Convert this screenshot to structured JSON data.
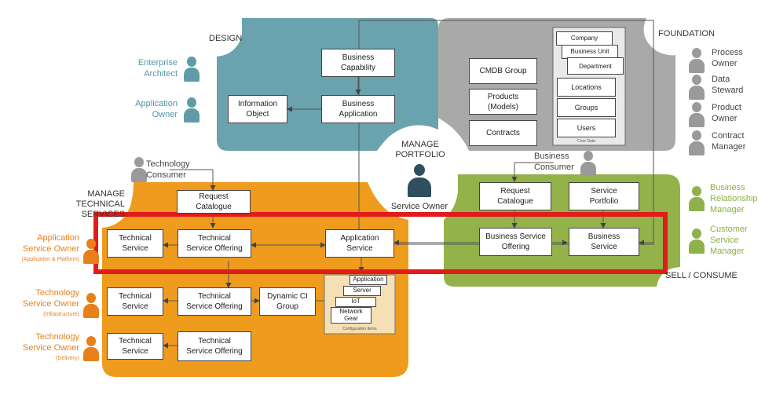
{
  "colors": {
    "design": "#6aa2ad",
    "foundation": "#a9a9a9",
    "technical": "#ef9b1d",
    "consume": "#93b24a",
    "highlight": "#e21b1b",
    "person_teal": "#5f9ca6",
    "person_gray": "#9a9a9a",
    "person_orange": "#e8801a",
    "person_green": "#8fb14a",
    "person_navy": "#2f4f5f",
    "text_teal": "#4e96a5",
    "text_orange": "#e8801a",
    "text_green": "#8db043"
  },
  "regions": {
    "design": "DESIGN",
    "foundation": "FOUNDATION",
    "technical": "MANAGE\nTECHNICAL SERVICES",
    "consume": "SELL / CONSUME",
    "portfolio": "MANAGE\nPORTFOLIO",
    "service_owner": "Service Owner"
  },
  "roles": {
    "enterprise_architect": "Enterprise\nArchitect",
    "application_owner": "Application\nOwner",
    "technology_consumer": "Technology\nConsumer",
    "business_consumer": "Business\nConsumer",
    "process_owner": "Process\nOwner",
    "data_steward": "Data\nSteward",
    "product_owner": "Product\nOwner",
    "contract_manager": "Contract\nManager",
    "business_relationship_manager": "Business\nRelationship\nManager",
    "customer_service_manager": "Customer\nService\nManager",
    "app_service_owner": "Application\nService Owner",
    "app_service_owner_sub": "(Application & Platform)",
    "tech_owner_infra": "Technology\nService Owner",
    "tech_owner_infra_sub": "(Infrastructure)",
    "tech_owner_delivery": "Technology\nService Owner",
    "tech_owner_delivery_sub": "(Delivery)"
  },
  "boxes": {
    "business_capability": "Business\nCapability",
    "information_object": "Information\nObject",
    "business_application": "Business\nApplication",
    "cmdb_group": "CMDB Group",
    "products_models": "Products\n(Models)",
    "contracts": "Contracts",
    "company": "Company",
    "business_unit": "Business Unit",
    "department": "Department",
    "locations": "Locations",
    "groups": "Groups",
    "users": "Users",
    "core_data": "Core Data",
    "request_catalogue_tech": "Request\nCatalogue",
    "technical_service_1": "Technical\nService",
    "technical_service_offering_1": "Technical\nService Offering",
    "application_service": "Application\nService",
    "request_catalogue_biz": "Request\nCatalogue",
    "service_portfolio": "Service\nPortfolio",
    "business_service_offering": "Business Service\nOffering",
    "business_service": "Business\nService",
    "technical_service_2": "Technical\nService",
    "technical_service_offering_2": "Technical\nService Offering",
    "dynamic_ci_group": "Dynamic CI\nGroup",
    "ci_application": "Application",
    "ci_server": "Server",
    "ci_iot": "IoT",
    "ci_network_gear": "Network\nGear",
    "configuration_items": "Configuration Items",
    "technical_service_3": "Technical\nService",
    "technical_service_offering_3": "Technical\nService Offering"
  }
}
